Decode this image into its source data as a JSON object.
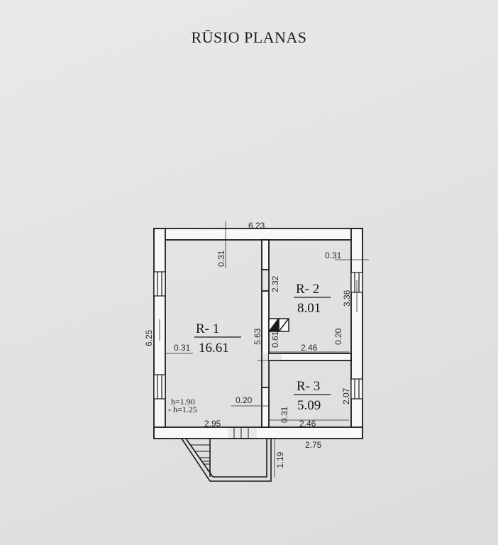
{
  "title": "RŪSIO PLANAS",
  "rooms": [
    {
      "id": "R- 1",
      "area": "16.61"
    },
    {
      "id": "R- 2",
      "area": "8.01"
    },
    {
      "id": "R- 3",
      "area": "5.09"
    }
  ],
  "dimensions": {
    "top_total": "6.23",
    "left_total": "6.25",
    "r1_wall_top": "0.31",
    "r1_wall_left": "0.31",
    "r1_height": "5.63",
    "r1_bottom_width": "2.95",
    "partition": "0.20",
    "r2_height": "2.32",
    "r2_right_outer": "3.36",
    "r2_wall_top": "0.31",
    "r2_partition_bottom": "0.20",
    "r2_width": "2.46",
    "chimney": "0.61",
    "r3_height": "2.07",
    "r3_wall": "0.31",
    "r3_width": "2.46",
    "right_total": "2.75",
    "stair_depth": "1.19"
  },
  "heights": {
    "h1": "h=1.90",
    "h2": "- h=1.25"
  }
}
